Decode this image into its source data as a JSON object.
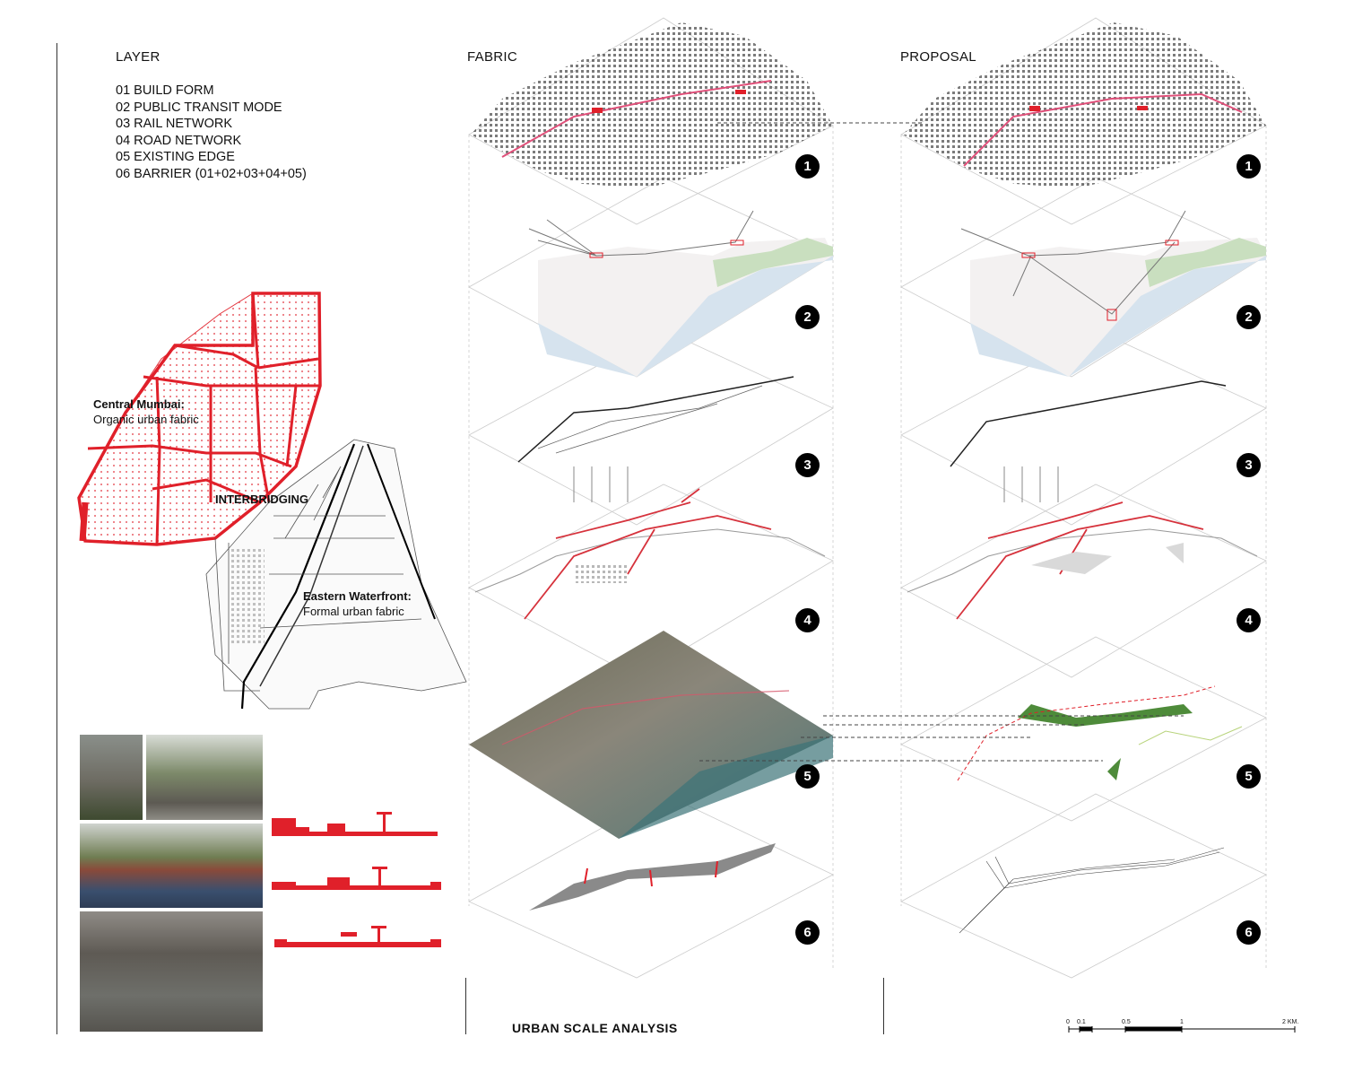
{
  "headers": {
    "layer": "LAYER",
    "fabric": "FABRIC",
    "proposal": "PROPOSAL"
  },
  "layers": [
    "01 BUILD FORM",
    "02 PUBLIC TRANSIT MODE",
    "03 RAIL NETWORK",
    "04 ROAD NETWORK",
    "05 EXISTING EDGE",
    "06 BARRIER (01+02+03+04+05)"
  ],
  "map_labels": {
    "central_title": "Central Mumbai:",
    "central_sub": "Organic urban fabric",
    "interbridging": "INTERBRIDGING",
    "eastern_title": "Eastern Waterfront:",
    "eastern_sub": "Formal urban fabric"
  },
  "badges": [
    "1",
    "2",
    "3",
    "4",
    "5",
    "6"
  ],
  "footer_title": "URBAN SCALE ANALYSIS",
  "scale_bar": {
    "ticks": [
      "0",
      "0.1",
      "0.5",
      "1",
      "2 KM."
    ]
  },
  "colors": {
    "accent_red": "#e0202a",
    "water_blue": "#d6e3ee",
    "green": "#4e8b3a",
    "gray_fill": "#f3f1f1"
  }
}
